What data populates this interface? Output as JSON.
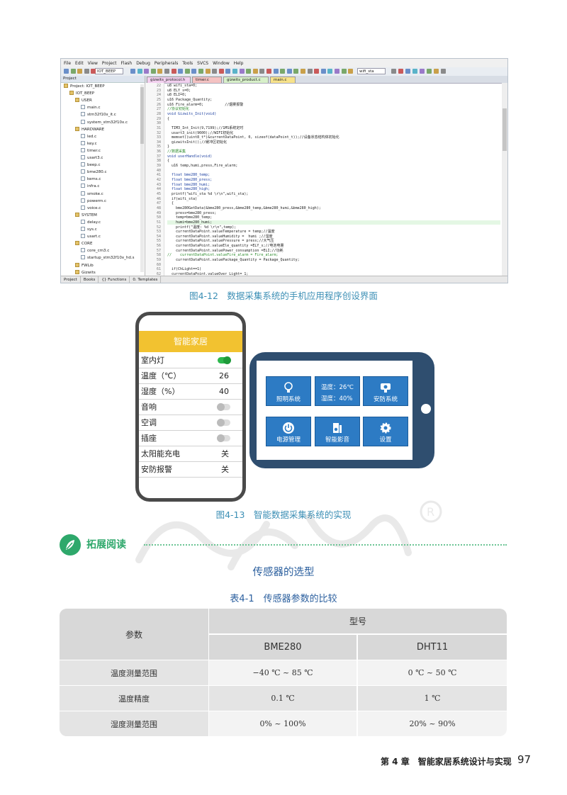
{
  "ide": {
    "menu": [
      "File",
      "Edit",
      "View",
      "Project",
      "Flash",
      "Debug",
      "Peripherals",
      "Tools",
      "SVCS",
      "Window",
      "Help"
    ],
    "target_select": "IOT_BEEP",
    "function_field": "wifi_sta",
    "project_header": "Project",
    "tree": [
      {
        "label": "Project: IOT_BEEP",
        "level": 0,
        "folder": true
      },
      {
        "label": "IOT_BEEP",
        "level": 1,
        "folder": true
      },
      {
        "label": "USER",
        "level": 2,
        "folder": true
      },
      {
        "label": "main.c",
        "level": 3,
        "folder": false
      },
      {
        "label": "stm32f10x_it.c",
        "level": 3,
        "folder": false
      },
      {
        "label": "system_stm32f10x.c",
        "level": 3,
        "folder": false
      },
      {
        "label": "HARDWARE",
        "level": 2,
        "folder": true
      },
      {
        "label": "led.c",
        "level": 3,
        "folder": false
      },
      {
        "label": "key.c",
        "level": 3,
        "folder": false
      },
      {
        "label": "timer.c",
        "level": 3,
        "folder": false
      },
      {
        "label": "usart3.c",
        "level": 3,
        "folder": false
      },
      {
        "label": "beep.c",
        "level": 3,
        "folder": false
      },
      {
        "label": "bme280.c",
        "level": 3,
        "folder": false
      },
      {
        "label": "kems.c",
        "level": 3,
        "folder": false
      },
      {
        "label": "infra.c",
        "level": 3,
        "folder": false
      },
      {
        "label": "smoke.c",
        "level": 3,
        "folder": false
      },
      {
        "label": "powerm.c",
        "level": 3,
        "folder": false
      },
      {
        "label": "voice.c",
        "level": 3,
        "folder": false
      },
      {
        "label": "SYSTEM",
        "level": 2,
        "folder": true
      },
      {
        "label": "delay.c",
        "level": 3,
        "folder": false
      },
      {
        "label": "sys.c",
        "level": 3,
        "folder": false
      },
      {
        "label": "usart.c",
        "level": 3,
        "folder": false
      },
      {
        "label": "CORE",
        "level": 2,
        "folder": true
      },
      {
        "label": "core_cm3.c",
        "level": 3,
        "folder": false
      },
      {
        "label": "startup_stm32f10x_hd.s",
        "level": 3,
        "folder": false
      },
      {
        "label": "FWLib",
        "level": 2,
        "folder": true
      },
      {
        "label": "Gizwits",
        "level": 2,
        "folder": true
      }
    ],
    "bottom_tabs": [
      "Project",
      "Books",
      "{} Functions",
      "0. Templates"
    ],
    "file_tabs": [
      {
        "label": "gizwits_protocol.h",
        "color": "#f2d0ef"
      },
      {
        "label": "timer.c",
        "color": "#f4c2c2"
      },
      {
        "label": "gizwits_product.c",
        "color": "#d7f0c9"
      },
      {
        "label": "main.c",
        "color": "#f7e28a"
      }
    ],
    "code": [
      {
        "n": "22",
        "t": "u8 wifi_sta=0;",
        "c": ""
      },
      {
        "n": "23",
        "t": "u8 ELY_s=0;",
        "c": ""
      },
      {
        "n": "24",
        "t": "u8 ELI=0;",
        "c": ""
      },
      {
        "n": "25",
        "t": "u16 Package_Quantity;",
        "c": ""
      },
      {
        "n": "26",
        "t": "u16 Fire_alarm=0;          //烟雾报警",
        "c": ""
      },
      {
        "n": "27",
        "t": "//协议初始化",
        "c": "cm"
      },
      {
        "n": "28",
        "t": "void Gizwits_Init(void)",
        "c": "kw"
      },
      {
        "n": "29",
        "t": "{",
        "c": ""
      },
      {
        "n": "30",
        "t": "",
        "c": ""
      },
      {
        "n": "31",
        "t": "  TIM3_Int_Init(9,7199);//1MS系统定时",
        "c": ""
      },
      {
        "n": "32",
        "t": "  usart3_init(9600);//WIFI初始化",
        "c": ""
      },
      {
        "n": "33",
        "t": "  memset((uint8_t*)&currentDataPoint, 0, sizeof(dataPoint_t));//设备状态结构体初始化",
        "c": ""
      },
      {
        "n": "34",
        "t": "  gizwitsInit();//缓冲区初始化",
        "c": ""
      },
      {
        "n": "35",
        "t": "}",
        "c": ""
      },
      {
        "n": "36",
        "t": "//数据采集",
        "c": "cm"
      },
      {
        "n": "37",
        "t": "void userHandle(void)",
        "c": "kw"
      },
      {
        "n": "38",
        "t": "{",
        "c": ""
      },
      {
        "n": "39",
        "t": "  u16 temp,humi,press,Fire_alarm;",
        "c": ""
      },
      {
        "n": "40",
        "t": "",
        "c": ""
      },
      {
        "n": "41",
        "t": "  float bme280_temp;",
        "c": "kw"
      },
      {
        "n": "42",
        "t": "  float bme280_press;",
        "c": "kw"
      },
      {
        "n": "43",
        "t": "  float bme280_humi;",
        "c": "kw"
      },
      {
        "n": "44",
        "t": "  float bme280_high;",
        "c": "kw"
      },
      {
        "n": "45",
        "t": "  printf(\"wifi_sta %d \\r\\n\",wifi_sta);",
        "c": ""
      },
      {
        "n": "46",
        "t": "  if(wifi_sta)",
        "c": ""
      },
      {
        "n": "47",
        "t": "  {",
        "c": ""
      },
      {
        "n": "48",
        "t": "    bme280GetData(&bme280_press,&bme280_temp,&bme280_humi,&bme280_high);",
        "c": ""
      },
      {
        "n": "49",
        "t": "    press=bme280_press;",
        "c": ""
      },
      {
        "n": "50",
        "t": "    temp=bme280_temp;",
        "c": ""
      },
      {
        "n": "51",
        "t": "    humi=bme280_humi;",
        "c": "hl"
      },
      {
        "n": "52",
        "t": "    printf(\"温度: %d \\r\\n\",temp);",
        "c": ""
      },
      {
        "n": "53",
        "t": "    currentDataPoint.valueTemperature = temp;//温度",
        "c": ""
      },
      {
        "n": "54",
        "t": "    currentDataPoint.valueHumidity =  humi ;//湿度",
        "c": ""
      },
      {
        "n": "55",
        "t": "    currentDataPoint.valuePressure = press;//大气压",
        "c": ""
      },
      {
        "n": "56",
        "t": "    currentDataPoint.valueEle_quantity =ELY_s;//电池电量",
        "c": ""
      },
      {
        "n": "57",
        "t": "    currentDataPoint.valuePower_consumption =ELI;//功耗",
        "c": ""
      },
      {
        "n": "58",
        "t": "//    currentDataPoint.valueFire_alarm = Fire_alarm;",
        "c": "cm"
      },
      {
        "n": "59",
        "t": "    currentDataPoint.valuePackage_Quantity = Package_Quantity;",
        "c": ""
      },
      {
        "n": "60",
        "t": "",
        "c": ""
      },
      {
        "n": "61",
        "t": "  if(ChLight==1)",
        "c": ""
      },
      {
        "n": "62",
        "t": "  currentDataPoint.valueOver_Light= 1;",
        "c": ""
      }
    ]
  },
  "captions": {
    "fig12": "图4-12　数据采集系统的手机应用程序创设界面",
    "fig13": "图4-13　智能数据采集系统的实现"
  },
  "phone": {
    "title": "智能家居",
    "rows": [
      {
        "label": "室内灯",
        "type": "toggle",
        "on": true
      },
      {
        "label": "温度（℃）",
        "type": "value",
        "value": "26"
      },
      {
        "label": "湿度（%）",
        "type": "value",
        "value": "40"
      },
      {
        "label": "音响",
        "type": "toggle",
        "on": false
      },
      {
        "label": "空调",
        "type": "toggle",
        "on": false
      },
      {
        "label": "插座",
        "type": "toggle",
        "on": false
      },
      {
        "label": "太阳能充电",
        "type": "value",
        "value": "关"
      },
      {
        "label": "安防报警",
        "type": "value",
        "value": "关"
      }
    ]
  },
  "tablet": {
    "tiles": [
      {
        "label": "照明系统",
        "icon": "bulb-icon"
      },
      {
        "label": "",
        "icon": "",
        "lines": [
          "温度：26℃",
          "湿度：40%"
        ]
      },
      {
        "label": "安防系统",
        "icon": "camera-icon"
      },
      {
        "label": "电源管理",
        "icon": "power-icon"
      },
      {
        "label": "智能影音",
        "icon": "speaker-icon"
      },
      {
        "label": "设置",
        "icon": "gear-icon"
      }
    ]
  },
  "extended": {
    "section": "拓展阅读",
    "subtitle": "传感器的选型",
    "table_title": "表4-1　传感器参数的比较"
  },
  "table": {
    "param_header": "参数",
    "model_header": "型号",
    "models": [
      "BME280",
      "DHT11"
    ],
    "rows": [
      {
        "param": "温度测量范围",
        "bme280": "−40 ℃ ~ 85 ℃",
        "dht11": "0 ℃ ~ 50 ℃"
      },
      {
        "param": "温度精度",
        "bme280": "0.1 ℃",
        "dht11": "1 ℃"
      },
      {
        "param": "湿度测量范围",
        "bme280": "0% ~ 100%",
        "dht11": "20% ~ 90%"
      }
    ]
  },
  "footer": {
    "chapter": "第 4 章　智能家居系统设计与实现",
    "page": "97"
  },
  "colors": {
    "caption": "#3c8fb5",
    "accent_green": "#2ea86b",
    "phone_header": "#f2c230",
    "tablet_frame": "#2f4e6f",
    "tile_blue": "#2d7bc4"
  }
}
